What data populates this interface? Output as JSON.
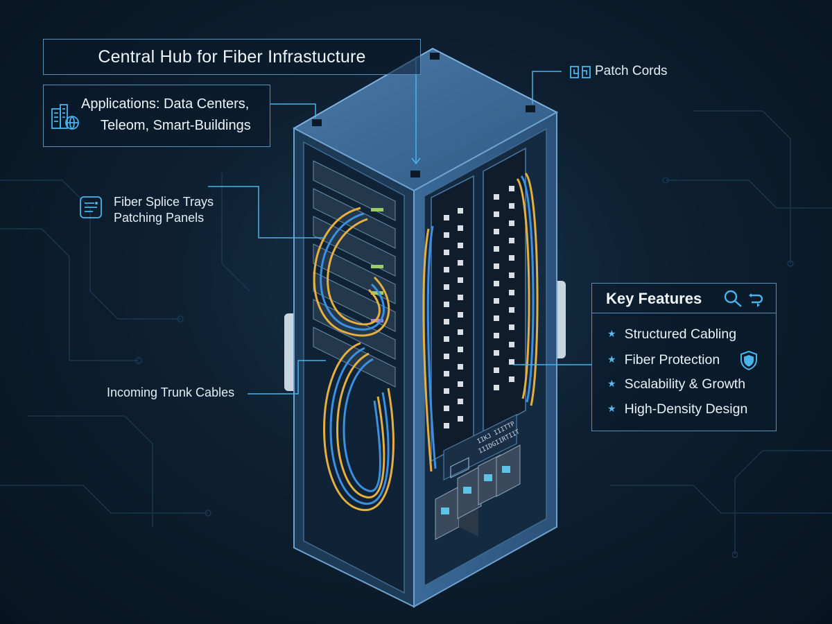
{
  "title": "Central Hub for Fiber Infrastucture",
  "applications": {
    "line1": "Applications: Data Centers,",
    "line2": "Teleom, Smart-Buildings",
    "icon": "city-globe-icon"
  },
  "splice": {
    "line1": "Fiber Splice Trays",
    "line2": "Patching Panels",
    "icon": "splice-tray-icon"
  },
  "trunk": {
    "label": "Incoming Trunk Cables"
  },
  "patch": {
    "label": "Patch Cords",
    "icon": "patch-cord-icon"
  },
  "features": {
    "title": "Key Features",
    "header_icons": [
      "magnifier-icon",
      "cable-link-icon"
    ],
    "items": [
      "Structured Cabling",
      "Fiber Protection",
      "Scalability & Growth",
      "High-Density Design"
    ],
    "item_icon": "star-icon",
    "protection_icon": "shield-icon"
  },
  "panel_text": {
    "line1": "IIKJ IIITTP",
    "line2": "IIIDGIIRTIIT"
  },
  "colors": {
    "background": "#0d1f30",
    "cabinet_frame": "#3f6f9e",
    "cabinet_top": "#3b6895",
    "accent_blue": "#4ab3ea",
    "fiber_yellow": "#e5b040",
    "fiber_blue": "#3d8fe0",
    "box_border": "#5b8fb8"
  }
}
